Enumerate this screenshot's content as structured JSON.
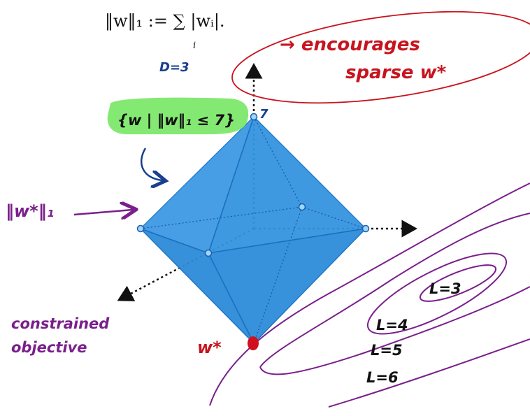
{
  "formula": {
    "text": "‖w‖₁ := ∑ |wᵢ|.",
    "sum_index": "i"
  },
  "dimension_note": "D=3",
  "constraint_set_label": "{w | ‖w‖₁ ≤ 7}",
  "vertex_label": "7",
  "norm_label": "‖w*‖₁",
  "sparse_note": {
    "line1": "→ encourages",
    "line2": "sparse  w*"
  },
  "optimum_label": "w*",
  "constrained_note": {
    "line1": "constrained",
    "line2": "objective"
  },
  "contour_labels": [
    "L=3",
    "L=4",
    "L=5",
    "L=6"
  ],
  "colors": {
    "octahedron_fill": "#2f8fdc",
    "octahedron_edge": "#1b6fc0",
    "highlight": "#7de86a",
    "annotation_red": "#c8141e",
    "annotation_purple": "#7a1f8c",
    "axis": "#111111",
    "dim_blue": "#1a3f8f"
  }
}
